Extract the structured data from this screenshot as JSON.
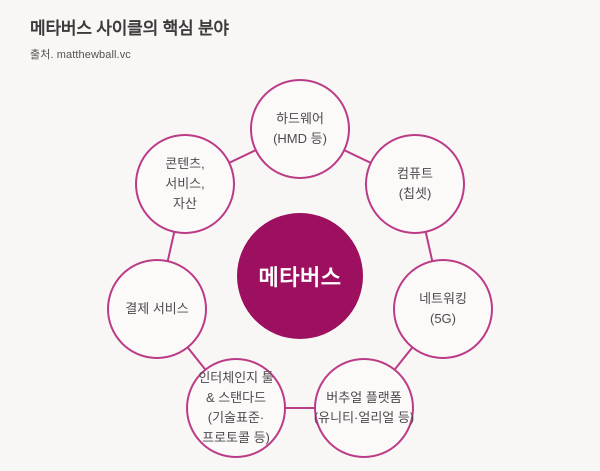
{
  "header": {
    "title": "메타버스 사이클의 핵심 분야",
    "source": "출처. matthewball.vc"
  },
  "colors": {
    "background": "#F8F7F5",
    "node_fill": "#FBFAF9",
    "node_stroke": "#BB3B87",
    "center_fill": "#9D1060",
    "center_text": "#FFFFFF",
    "label_text": "#4E4A4D",
    "title_text": "#3C3A3A",
    "source_text": "#55524F"
  },
  "diagram": {
    "center": {
      "label": "메타버스"
    },
    "nodes": [
      {
        "id": "hardware",
        "lines": [
          "하드웨어",
          "(HMD 등)"
        ]
      },
      {
        "id": "compute",
        "lines": [
          "컴퓨트",
          "(칩셋)"
        ]
      },
      {
        "id": "networking",
        "lines": [
          "네트워킹",
          "(5G)"
        ]
      },
      {
        "id": "virtual-platform",
        "lines": [
          "버추얼 플랫폼",
          "(유니티·얼리얼 등)"
        ]
      },
      {
        "id": "interchange-tools",
        "lines": [
          "인터체인지 툴",
          "& 스탠다드",
          "(기술표준·",
          "프로토콜 등)"
        ]
      },
      {
        "id": "payment-services",
        "lines": [
          "결제 서비스"
        ]
      },
      {
        "id": "content-services",
        "lines": [
          "콘텐츠,",
          "서비스,",
          "자산"
        ]
      }
    ]
  }
}
